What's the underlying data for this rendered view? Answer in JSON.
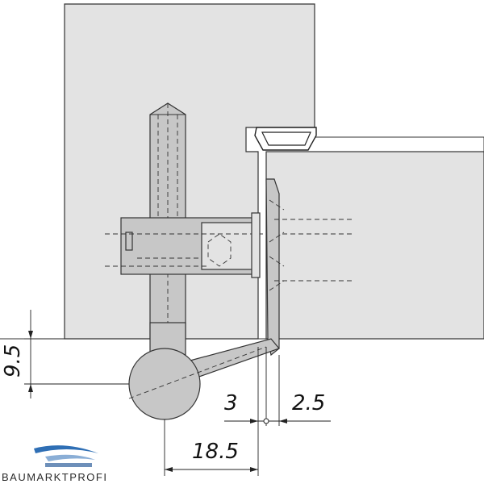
{
  "dimensions": {
    "vertical_offset": "9.5",
    "gap": "3",
    "plate_thickness": "2.5",
    "pin_offset": "18.5"
  },
  "brand": {
    "name": "BAUMARKTPROFI",
    "logo_icon": "blue-swoosh-logo-icon"
  },
  "colors": {
    "frame_fill": "#e3e3e3",
    "hinge_fill": "#c7c7c7",
    "line": "#333333",
    "logo_blue": "#2f6fb5"
  }
}
